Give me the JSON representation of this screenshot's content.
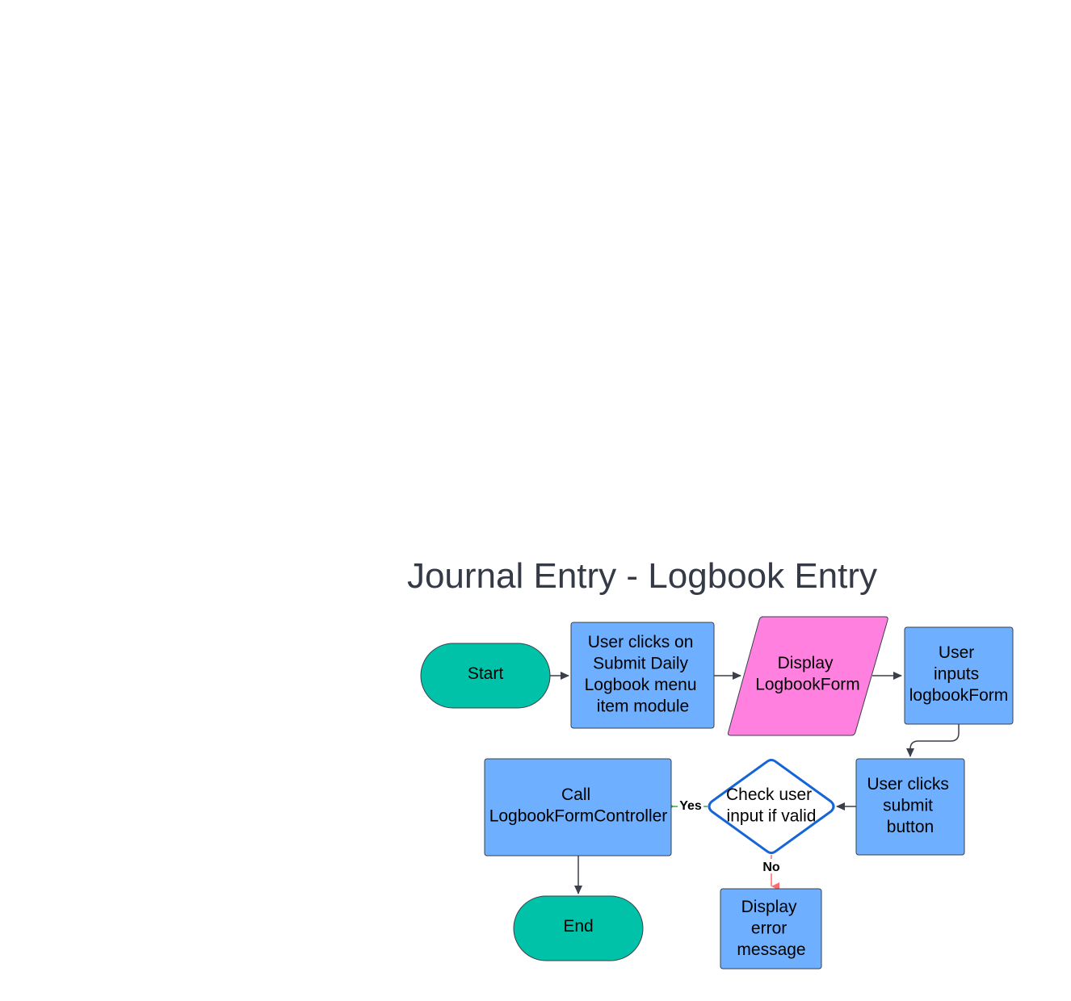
{
  "title": "Journal Entry - Logbook Entry",
  "colors": {
    "terminal": "#00c2a8",
    "process": "#6eb0ff",
    "io": "#ff80df",
    "decision_fill": "#ffffff",
    "decision_stroke": "#1565d8",
    "yes_edge": "#3aa53a",
    "no_edge": "#ff6b6b",
    "edge": "#3a3f4a",
    "title_text": "#343a46"
  },
  "nodes": {
    "start": {
      "lines": [
        "Start"
      ],
      "shape": "terminal"
    },
    "user_clicks_menu": {
      "lines": [
        "User clicks on",
        "Submit Daily",
        "Logbook menu",
        "item module"
      ],
      "shape": "process"
    },
    "display_form": {
      "lines": [
        "Display",
        "LogbookForm"
      ],
      "shape": "data"
    },
    "user_inputs": {
      "lines": [
        "User",
        "inputs",
        "logbookForm"
      ],
      "shape": "process"
    },
    "user_clicks_submit": {
      "lines": [
        "User clicks",
        "submit",
        "button"
      ],
      "shape": "process"
    },
    "check_input": {
      "lines": [
        "Check user",
        "input if valid"
      ],
      "shape": "decision"
    },
    "call_controller": {
      "lines": [
        "Call",
        "LogbookFormController"
      ],
      "shape": "process"
    },
    "display_error": {
      "lines": [
        "Display",
        "error",
        "message"
      ],
      "shape": "process"
    },
    "end": {
      "lines": [
        "End"
      ],
      "shape": "terminal"
    }
  },
  "edges": [
    {
      "from": "start",
      "to": "user_clicks_menu"
    },
    {
      "from": "user_clicks_menu",
      "to": "display_form"
    },
    {
      "from": "display_form",
      "to": "user_inputs"
    },
    {
      "from": "user_inputs",
      "to": "user_clicks_submit"
    },
    {
      "from": "user_clicks_submit",
      "to": "check_input"
    },
    {
      "from": "check_input",
      "to": "call_controller",
      "label": "Yes"
    },
    {
      "from": "check_input",
      "to": "display_error",
      "label": "No"
    },
    {
      "from": "call_controller",
      "to": "end"
    }
  ]
}
